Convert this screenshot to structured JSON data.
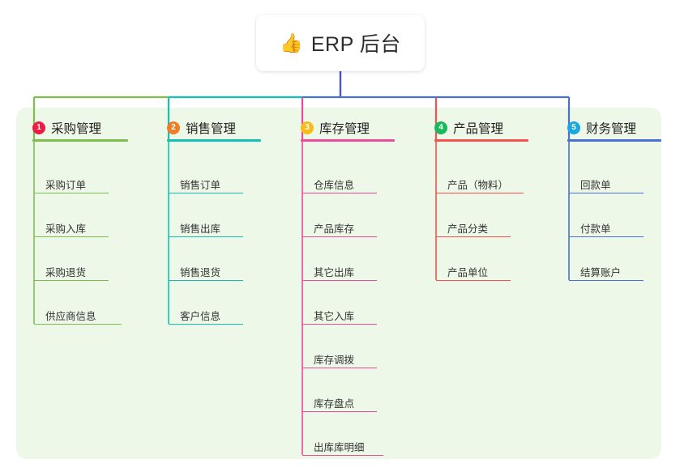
{
  "root": {
    "emoji": "👍",
    "emoji_name": "thumbs-up-icon",
    "title": "ERP 后台"
  },
  "theme": {
    "panel_bg": "#eef8e8",
    "page_bg": "#ffffff",
    "root_stem": "#4a56c8",
    "text": "#333333"
  },
  "branches": [
    {
      "number": "1",
      "title": "采购管理",
      "color": "#7dbe4e",
      "badge_color": "#ec1c45",
      "items": [
        "采购订单",
        "采购入库",
        "采购退货",
        "供应商信息"
      ]
    },
    {
      "number": "2",
      "title": "销售管理",
      "color": "#13c1b2",
      "badge_color": "#f07c28",
      "items": [
        "销售订单",
        "销售出库",
        "销售退货",
        "客户信息"
      ]
    },
    {
      "number": "3",
      "title": "库存管理",
      "color": "#ec4a9b",
      "badge_color": "#f6bc1c",
      "items": [
        "仓库信息",
        "产品库存",
        "其它出库",
        "其它入库",
        "库存调拨",
        "库存盘点",
        "出库库明细"
      ]
    },
    {
      "number": "4",
      "title": "产品管理",
      "color": "#f4514f",
      "badge_color": "#19b85c",
      "items": [
        "产品（物料）",
        "产品分类",
        "产品单位"
      ]
    },
    {
      "number": "5",
      "title": "财务管理",
      "color": "#4a6fd6",
      "badge_color": "#18a9e0",
      "items": [
        "回款单",
        "付款单",
        "结算账户"
      ]
    }
  ]
}
